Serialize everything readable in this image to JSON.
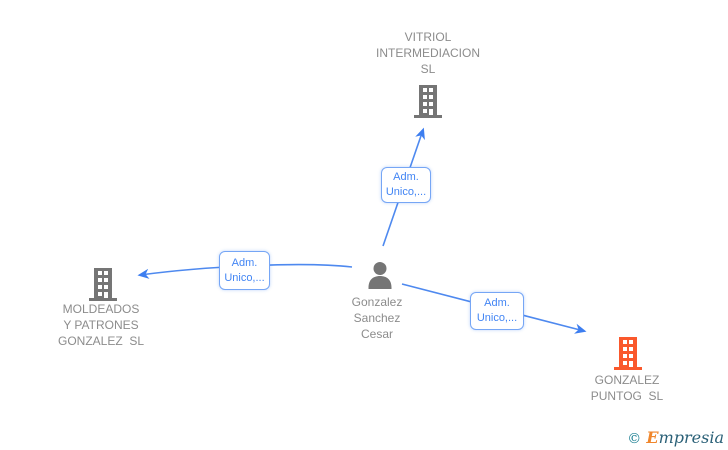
{
  "canvas": {
    "background": "#ffffff"
  },
  "palette": {
    "node_text_gray": "#8c8c8c",
    "icon_gray": "#757575",
    "icon_orange": "#fa582c",
    "edge_blue": "#4e89ef",
    "arrowhead_blue": "#3d7ef0",
    "edge_label_text": "#4285f4",
    "edge_label_border": "#76a6f5",
    "logo_teal": "#1b7f92",
    "logo_orange": "#f0862c",
    "logo_dark_teal": "#2a6077"
  },
  "nodes": {
    "vitriol": {
      "type": "company",
      "label": "VITRIOL\nINTERMEDIACION\nSL"
    },
    "moldeados": {
      "type": "company",
      "label": "MOLDEADOS\nY PATRONES\nGONZALEZ  SL"
    },
    "person": {
      "type": "person",
      "label": "Gonzalez\nSanchez\nCesar"
    },
    "puntog": {
      "type": "company",
      "label": "GONZALEZ\nPUNTOG  SL"
    }
  },
  "edges": [
    {
      "from": "person",
      "to": "vitriol",
      "label": "Adm.\nUnico,..."
    },
    {
      "from": "person",
      "to": "moldeados",
      "label": "Adm.\nUnico,..."
    },
    {
      "from": "person",
      "to": "puntog",
      "label": "Adm.\nUnico,..."
    }
  ],
  "watermark": {
    "copyright": "©",
    "brand_initial": "E",
    "brand_rest": "mpresia"
  }
}
